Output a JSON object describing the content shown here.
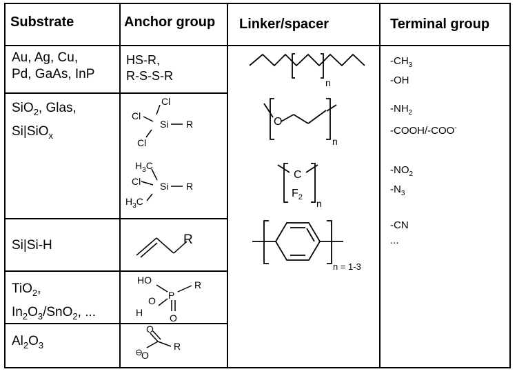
{
  "headers": {
    "substrate": "Substrate",
    "anchor": "Anchor group",
    "linker": "Linker/spacer",
    "terminal": "Terminal group"
  },
  "substrates": {
    "metals_line1": "Au, Ag, Cu,",
    "metals_line2": "Pd, GaAs, InP",
    "oxide_a": "SiO",
    "oxide_b": "2",
    "oxide_c": ", Glas,",
    "oxide2_a": "Si|SiO",
    "oxide2_b": "x",
    "hydride": "Si|Si-H",
    "tio_a": "TiO",
    "tio_b": "2",
    "tio_c": ",",
    "ito_a": "In",
    "ito_b": "2",
    "ito_c": "O",
    "ito_d": "3",
    "ito_e": "/SnO",
    "ito_f": "2",
    "ito_g": ", ...",
    "alu_a": "Al",
    "alu_b": "2",
    "alu_c": "O",
    "alu_d": "3"
  },
  "anchors": {
    "thiol": "HS-R,",
    "disulfide": "R-S-S-R",
    "cl": "Cl",
    "si": "Si",
    "r": "R",
    "h3c": "H",
    "h3c_sub": "3",
    "h3c_c": "C",
    "ho": "HO",
    "h": "H",
    "o": "O",
    "p": "P",
    "minus": "⊖",
    "sub_o": "O"
  },
  "linkers": {
    "n1": "n",
    "o": "O",
    "n2": "n",
    "c": "C",
    "f2": "F",
    "f2_sub": "2",
    "n3": "n",
    "n4": "n = 1-3"
  },
  "terminals": {
    "ch3_a": "-CH",
    "ch3_b": "3",
    "oh": "-OH",
    "nh2_a": "-NH",
    "nh2_b": "2",
    "cooh": "-COOH/-COO",
    "cooh_sup": "-",
    "no2_a": "-NO",
    "no2_b": "2",
    "n3_a": "-N",
    "n3_b": "3",
    "cn": "-CN",
    "dots": "..."
  }
}
